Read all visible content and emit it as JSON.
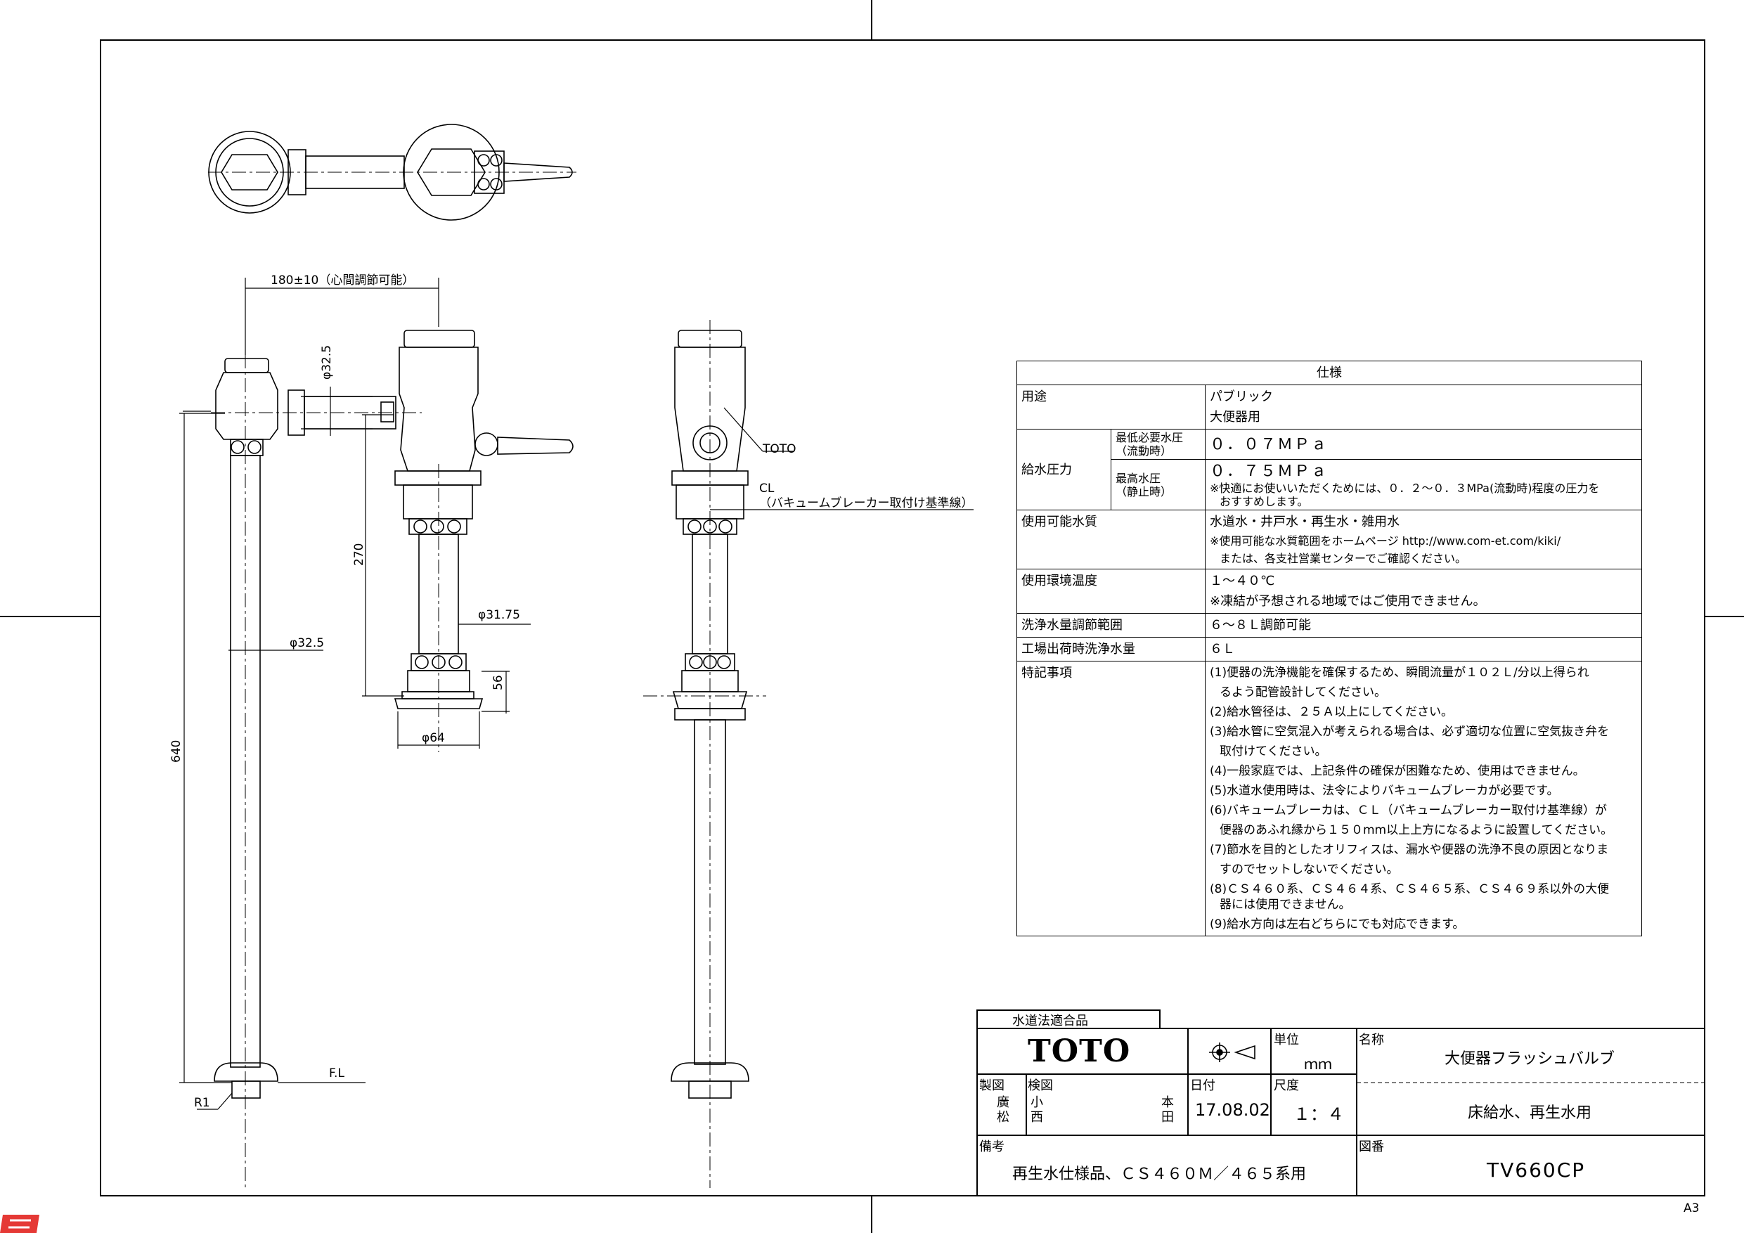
{
  "sheet_size": "A3",
  "dimensions": {
    "span": "180±10（心間調節可能）",
    "d32_5_top": "φ32.5",
    "d32_5_side": "φ32.5",
    "d31_75": "φ31.75",
    "d64": "φ64",
    "h270": "270",
    "h56": "56",
    "h640": "640",
    "fl": "F.L",
    "r1": "R1",
    "toto_callout": "TOTO",
    "cl_label": "CL",
    "cl_note": "（バキュームブレーカー取付け基準線）"
  },
  "spec": {
    "title": "仕様",
    "use_label": "用途",
    "use_values": [
      "パブリック",
      "大便器用"
    ],
    "pressure_label": "給水圧力",
    "min_label": [
      "最低必要水圧",
      "（流動時）"
    ],
    "min_value": "０．０７ＭＰａ",
    "max_label": [
      "最高水圧",
      "（静止時）"
    ],
    "max_value": "０．７５ＭＰａ",
    "max_note": [
      "※快適にお使いいただくためには、０．２～０．３MPa(流動時)程度の圧力を",
      "おすすめします。"
    ],
    "water_label": "使用可能水質",
    "water_value": "水道水・井戸水・再生水・雑用水",
    "water_note": [
      "※使用可能な水質範囲をホームページ http://www.com-et.com/kiki/",
      "または、各支社営業センターでご確認ください。"
    ],
    "temp_label": "使用環境温度",
    "temp_value": "１～４０℃",
    "temp_note": "※凍結が予想される地域ではご使用できません。",
    "flush_label": "洗浄水量調節範囲",
    "flush_value": "６～８Ｌ調節可能",
    "factory_label": "工場出荷時洗浄水量",
    "factory_value": "６Ｌ",
    "notes_label": "特記事項",
    "notes": [
      [
        "(1)便器の洗浄機能を確保するため、瞬間流量が１０２Ｌ/分以上得られ",
        "るよう配管設計してください。"
      ],
      [
        "(2)給水管径は、２５Ａ以上にしてください。"
      ],
      [
        "(3)給水管に空気混入が考えられる場合は、必ず適切な位置に空気抜き弁を",
        "取付けてください。"
      ],
      [
        "(4)一般家庭では、上記条件の確保が困難なため、使用はできません。"
      ],
      [
        "(5)水道水使用時は、法令によりバキュームブレーカが必要です。"
      ],
      [
        "(6)バキュームブレーカは、ＣＬ（バキュームブレーカー取付け基準線）が",
        "便器のあふれ縁から１５０mm以上上方になるように設置してください。"
      ],
      [
        "(7)節水を目的としたオリフィスは、漏水や便器の洗浄不良の原因となりま",
        "すのでセットしないでください。"
      ],
      [
        "(8)ＣＳ４６０系、ＣＳ４６４系、ＣＳ４６５系、ＣＳ４６９系以外の大便",
        "器には使用できません。"
      ],
      [
        "(9)給水方向は左右どちらにでも対応できます。"
      ]
    ]
  },
  "title_block": {
    "compliance": "水道法適合品",
    "brand": "TOTO",
    "unit_label": "単位",
    "unit_value": "ｍｍ",
    "name_label": "名称",
    "name_value": "大便器フラッシュバルブ",
    "subname_value": "床給水、再生水用",
    "drawn_label": "製図",
    "drawn_by": [
      "廣",
      "松"
    ],
    "checked_label": "検図",
    "checked_by": [
      "小",
      "西"
    ],
    "approved_by": [
      "本",
      "田"
    ],
    "date_label": "日付",
    "date_value": "17.08.02",
    "scale_label": "尺度",
    "scale_value": "１：４",
    "remarks_label": "備考",
    "remarks_value": "再生水仕様品、ＣＳ４６０Ｍ／４６５系用",
    "drawing_no_label": "図番",
    "drawing_no_value": "TV660CP"
  }
}
